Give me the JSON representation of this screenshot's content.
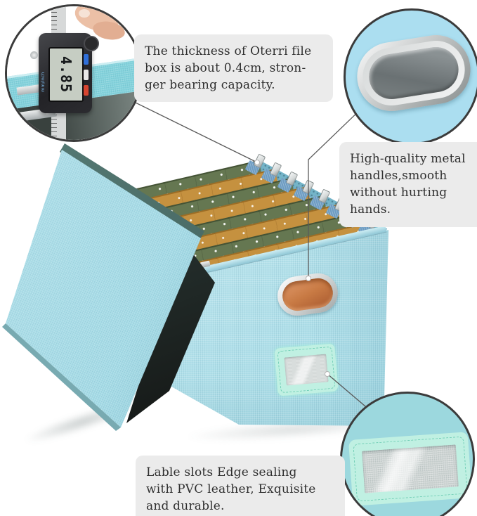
{
  "page": {
    "background": "#ffffff"
  },
  "callouts": {
    "thickness": {
      "lines": [
        "The thickness of Oterri file",
        "box is about 0.4cm, stron-",
        "ger bearing capacity."
      ]
    },
    "handles": {
      "lines": [
        "High-quality metal",
        "handles,smooth",
        "without hurting hands."
      ]
    },
    "label": {
      "lines": [
        "Lable slots Edge sealing",
        "with PVC leather, Exquisite",
        "and durable."
      ]
    }
  },
  "insets": {
    "caliper": {
      "display_value": "4.85",
      "side_label": "mm/inch"
    }
  },
  "product": {
    "colors": {
      "page-bg": "#ffffff",
      "fabric-teal": "#a7dce7",
      "fabric-teal-deep": "#8fcbd9",
      "lid-edge-dark": "#415f5a",
      "folder-green": "#657751",
      "folder-tan": "#c5913f",
      "rim-blue": "#74b4c8",
      "handle-copper": "#c87a44",
      "label-mint": "#c0f0e2",
      "metal-silver": "#d6dada",
      "leader-line": "#5a5a5a",
      "callout-bg": "#ebebeb",
      "text-color": "#2f2f2f"
    }
  }
}
